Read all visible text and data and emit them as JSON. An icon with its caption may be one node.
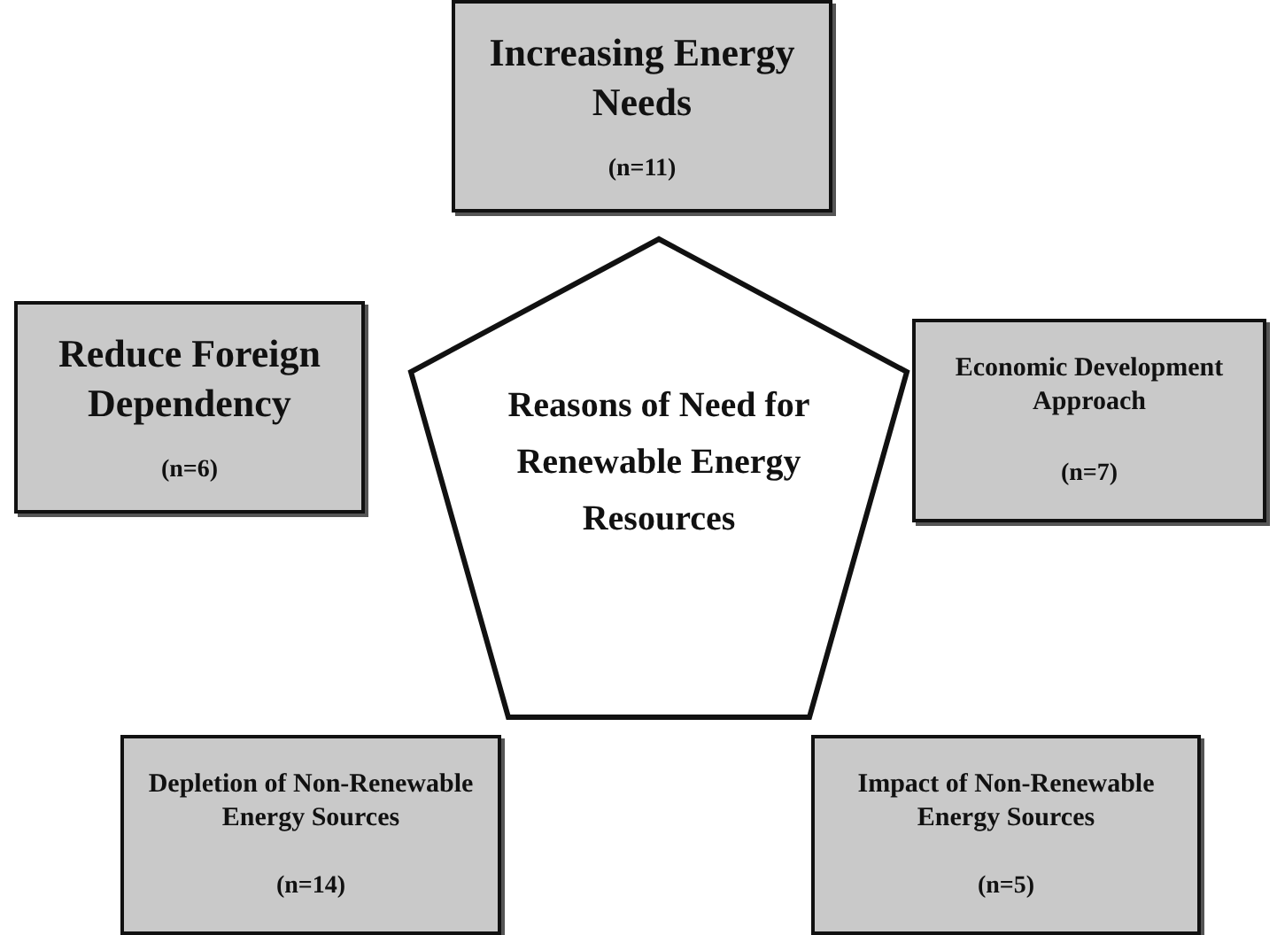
{
  "diagram": {
    "nodes": [
      {
        "text": [
          "Increasing Energy Needs",
          "(n=11)"
        ]
      },
      {
        "text": [
          "Reduce Foreign Dependency",
          "(n=6)"
        ]
      },
      {
        "text": [
          "Reasons of Need for Renewable Energy Resources"
        ]
      },
      {
        "text": [
          "Economic Development Approach",
          "(n=7)"
        ]
      },
      {
        "text": [
          "Depletion of Non-Renewable Energy Sources",
          "(n=14)"
        ]
      },
      {
        "text": [
          "Impact of Non-Renewable Energy Sources",
          "(n=5)"
        ]
      }
    ]
  }
}
